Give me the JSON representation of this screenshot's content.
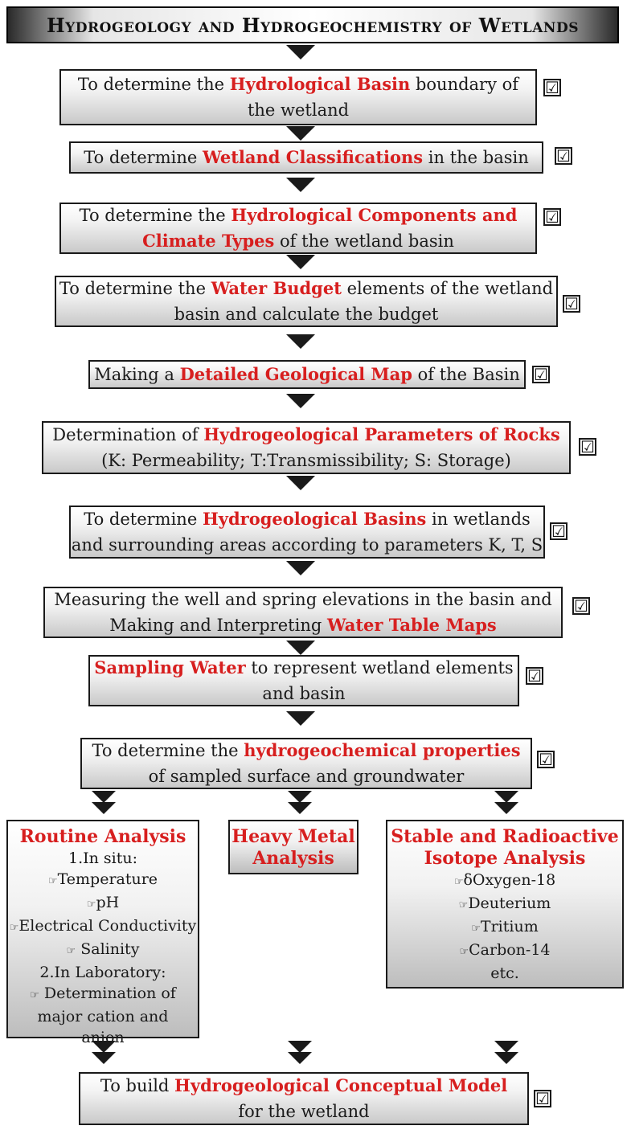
{
  "title": "Hydrogeology and Hydrogeochemistry of Wetlands",
  "check_mark": "☑",
  "hand_icon": "☞",
  "steps": [
    {
      "lines": [
        [
          "To determine the ",
          "Hydrological Basin",
          " boundary of"
        ],
        [
          "the wetland",
          "",
          ""
        ]
      ]
    },
    {
      "lines": [
        [
          "To determine ",
          "Wetland Classifications",
          " in the basin"
        ]
      ]
    },
    {
      "lines": [
        [
          "To determine the ",
          "Hydrological Components and",
          ""
        ],
        [
          "",
          "Climate Types",
          " of the wetland basin"
        ]
      ]
    },
    {
      "lines": [
        [
          "To determine the ",
          "Water Budget",
          " elements of the wetland"
        ],
        [
          "basin  and calculate the budget",
          "",
          ""
        ]
      ]
    },
    {
      "lines": [
        [
          "Making a ",
          "Detailed Geological Map",
          " of the Basin"
        ]
      ]
    },
    {
      "lines": [
        [
          "Determination of ",
          "Hydrogeological Parameters of Rocks",
          ""
        ],
        [
          "(K: Permeability; T:Transmissibility; S: Storage)",
          "",
          ""
        ]
      ]
    },
    {
      "lines": [
        [
          "To determine ",
          "Hydrogeological Basins",
          " in wetlands"
        ],
        [
          "and surrounding areas according to parameters K, T, S",
          "",
          ""
        ]
      ]
    },
    {
      "lines": [
        [
          "Measuring the well and spring elevations in the basin and",
          "",
          ""
        ],
        [
          "Making and Interpreting ",
          "Water Table Maps",
          ""
        ]
      ]
    },
    {
      "lines": [
        [
          "",
          "Sampling Water",
          " to represent wetland elements"
        ],
        [
          "and basin",
          "",
          ""
        ]
      ]
    },
    {
      "lines": [
        [
          "To determine the ",
          "hydrogeochemical properties",
          ""
        ],
        [
          "of sampled surface and groundwater",
          "",
          ""
        ]
      ]
    }
  ],
  "analysis": {
    "routine": {
      "title_lines": [
        "Routine Analysis"
      ],
      "items": [
        {
          "hand": false,
          "text": "1.In situ:"
        },
        {
          "hand": true,
          "text": "Temperature"
        },
        {
          "hand": true,
          "text": "pH"
        },
        {
          "hand": true,
          "text": "Electrical Conductivity"
        },
        {
          "hand": true,
          "text": " Salinity"
        },
        {
          "hand": false,
          "text": "2.In Laboratory:"
        },
        {
          "hand": true,
          "text": " Determination of"
        },
        {
          "hand": false,
          "text": "major cation and"
        },
        {
          "hand": false,
          "text": "anion"
        }
      ]
    },
    "heavy": {
      "title_lines": [
        "Heavy Metal",
        "Analysis"
      ],
      "items": []
    },
    "isotope": {
      "title_lines": [
        "Stable and Radioactive",
        "Isotope Analysis"
      ],
      "items": [
        {
          "hand": true,
          "text": "δOxygen-18"
        },
        {
          "hand": true,
          "text": "Deuterium"
        },
        {
          "hand": true,
          "text": "Tritium"
        },
        {
          "hand": true,
          "text": "Carbon-14"
        },
        {
          "hand": false,
          "text": "etc."
        }
      ]
    }
  },
  "final_step": {
    "lines": [
      [
        "To build ",
        "Hydrogeological Conceptual Model",
        ""
      ],
      [
        "for the wetland",
        "",
        ""
      ]
    ]
  },
  "colors": {
    "highlight": "#d71f1f",
    "text": "#1a1a1a",
    "border": "#1a1a1a"
  }
}
